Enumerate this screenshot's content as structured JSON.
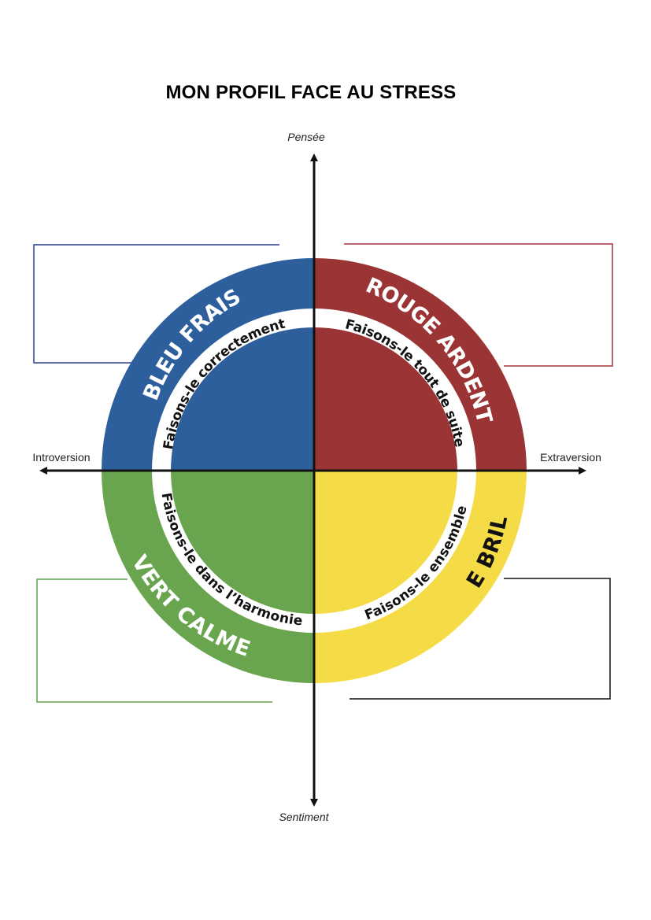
{
  "title": "MON PROFIL FACE AU STRESS",
  "axes": {
    "top": "Pensée",
    "bottom": "Sentiment",
    "left": "Introversion",
    "right": "Extraversion"
  },
  "quadrants": [
    {
      "id": "blue",
      "name": "BLEU FRAIS",
      "motto": "Faisons-le correctement",
      "color": "#2e5f9d"
    },
    {
      "id": "red",
      "name": "ROUGE ARDENT",
      "motto": "Faisons-le tout de suite",
      "color": "#9b3434"
    },
    {
      "id": "yellow",
      "name": "JAUNE BRILLANT",
      "motto": "Faisons-le ensemble",
      "color": "#f5db45"
    },
    {
      "id": "green",
      "name": "VERT CALME",
      "motto": "Faisons-le dans l’harmonie",
      "color": "#69a54e"
    }
  ],
  "box_colors": {
    "blue": "#2c3e8c",
    "red": "#a3343a",
    "green": "#5ea24c",
    "yellow": "#111111"
  }
}
